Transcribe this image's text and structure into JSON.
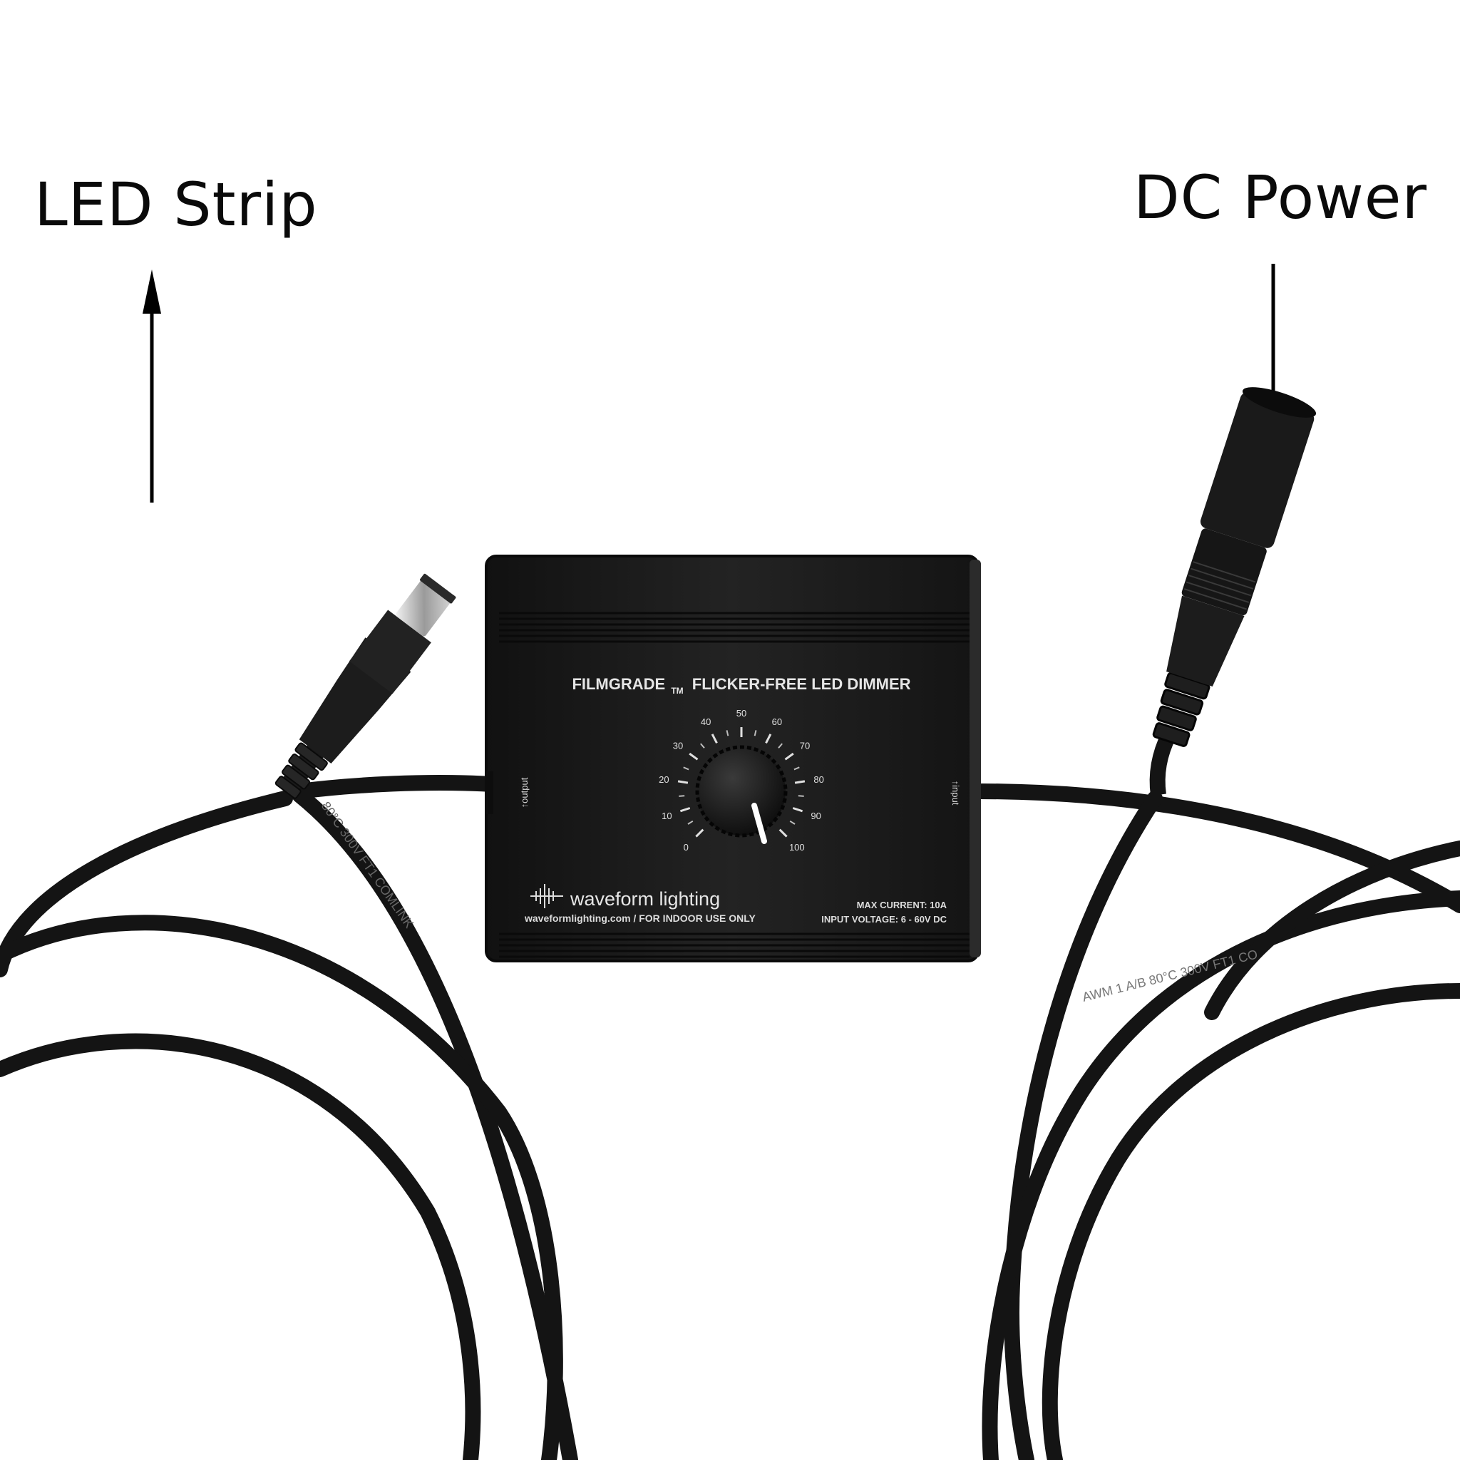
{
  "callouts": {
    "led_strip": "LED Strip",
    "dc_power": "DC Power"
  },
  "device": {
    "title": "FILMGRADE",
    "trademark": "TM",
    "subtitle": "FLICKER-FREE LED DIMMER",
    "brand": "waveform lighting",
    "website": "waveformlighting.com / FOR INDOOR USE ONLY",
    "max_current": "MAX CURRENT: 10A",
    "input_voltage": "INPUT VOLTAGE: 6 - 60V DC",
    "output_label": "↑output",
    "input_label": "↑input",
    "dial_scale": [
      "0",
      "10",
      "20",
      "30",
      "40",
      "50",
      "60",
      "70",
      "80",
      "90",
      "100"
    ]
  },
  "cable_print": {
    "left": "80°C 300V FT1 COMLINK",
    "right": "AWM 1 A/B 80°C 300V FT1 CO"
  },
  "colors": {
    "background": "#ffffff",
    "device_body": "#1c1c1c",
    "cable": "#141414",
    "device_text": "#e6e6e6",
    "callout_text": "#0a0a0a"
  }
}
